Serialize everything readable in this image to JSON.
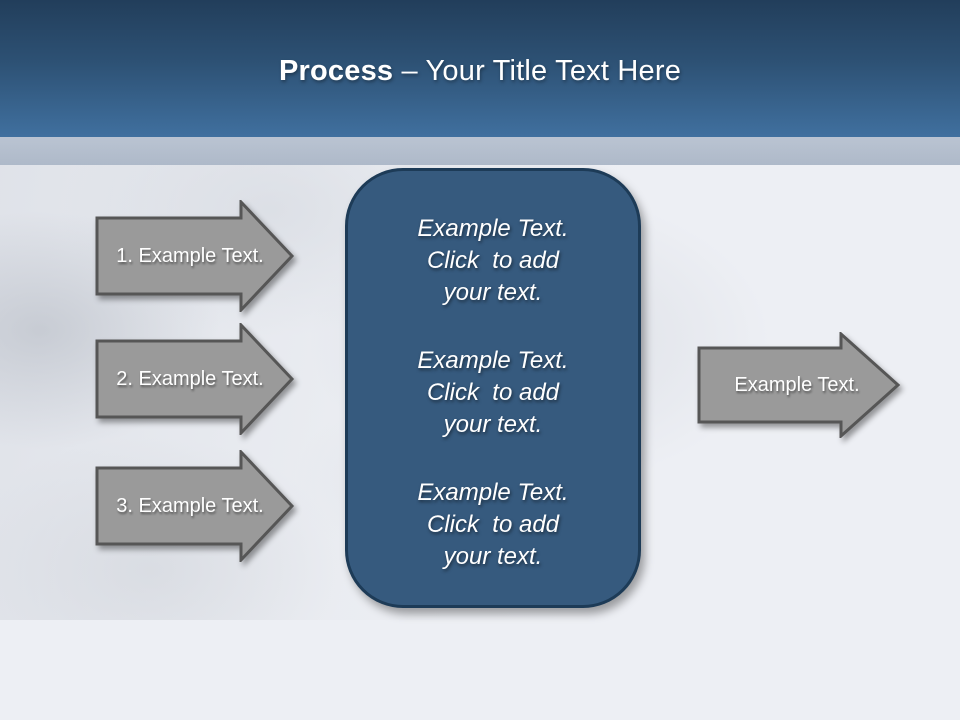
{
  "title": {
    "emphasis": "Process",
    "rest": " – Your Title Text Here"
  },
  "left_arrows": [
    {
      "label": "1. Example Text."
    },
    {
      "label": "2. Example Text."
    },
    {
      "label": "3. Example Text."
    }
  ],
  "right_arrow": {
    "label": "Example Text."
  },
  "center_panel": {
    "groups": [
      {
        "lines": [
          "Example Text.",
          "Click  to add",
          "your text."
        ]
      },
      {
        "lines": [
          "Example Text.",
          "Click  to add",
          "your text."
        ]
      },
      {
        "lines": [
          "Example Text.",
          "Click  to add",
          "your text."
        ]
      }
    ]
  },
  "colors": {
    "header_gradient_top": "#223e5b",
    "header_gradient_bottom": "#40709f",
    "separator_band": "#b2bdcd",
    "slide_background": "#edeff4",
    "panel_fill": "#365a7e",
    "panel_border": "#1d3b57",
    "arrow_fill": "#9a9a9a",
    "arrow_border": "#565656",
    "text_color": "#ffffff"
  }
}
